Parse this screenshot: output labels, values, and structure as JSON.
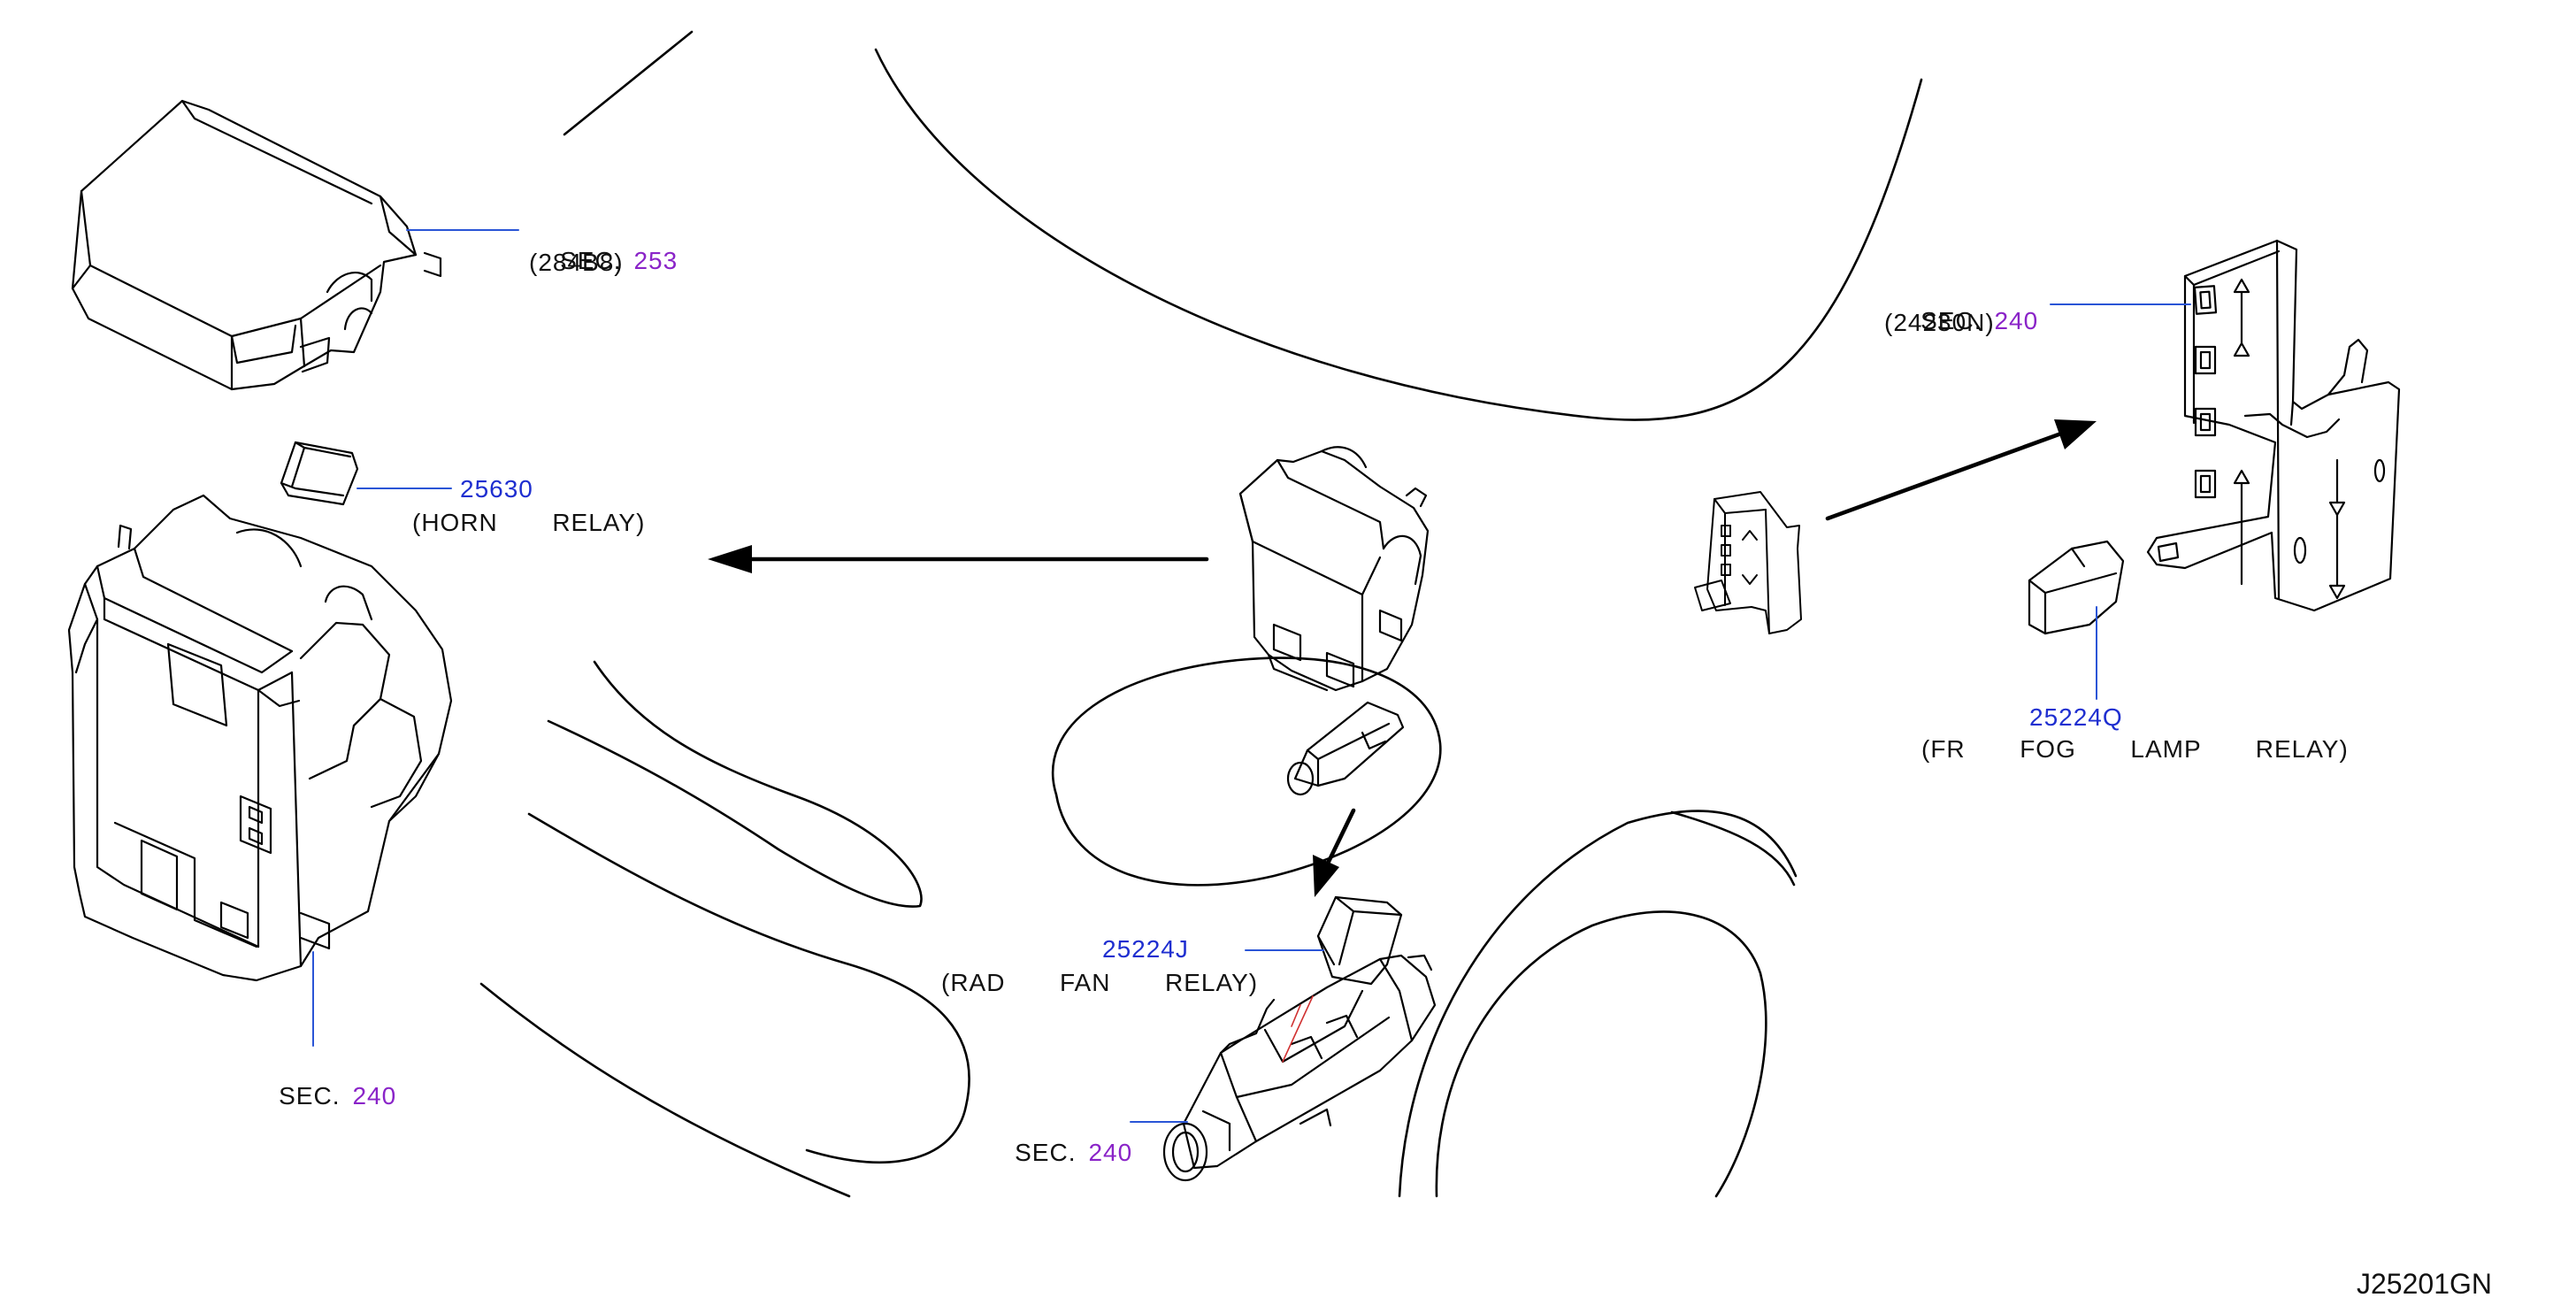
{
  "colors": {
    "line": "#000000",
    "leader": "#2a55d6",
    "sec_number": "#8a24c8",
    "part_number": "#1f2fd0",
    "text": "#111111"
  },
  "callouts": {
    "sec253": {
      "prefix": "SEC.",
      "number": "253",
      "sub": "(284B8)"
    },
    "horn": {
      "part": "25630",
      "name": "(HORN  RELAY)"
    },
    "sec240_left": {
      "prefix": "SEC.",
      "number": "240"
    },
    "sec240_right": {
      "prefix": "SEC.",
      "number": "240",
      "sub": "(24230N)"
    },
    "fog": {
      "part": "25224Q",
      "name": "(FR  FOG  LAMP  RELAY)"
    },
    "rad": {
      "part": "25224J",
      "name": "(RAD  FAN  RELAY)"
    },
    "sec240_bottom": {
      "prefix": "SEC.",
      "number": "240"
    }
  },
  "drawing_code": "J25201GN",
  "components": [
    "fuse-box-cover",
    "horn-relay",
    "fuse-box",
    "relay-box-assembly",
    "rad-fan-relay-box",
    "fog-lamp-bracket",
    "fr-fog-lamp-relay"
  ]
}
